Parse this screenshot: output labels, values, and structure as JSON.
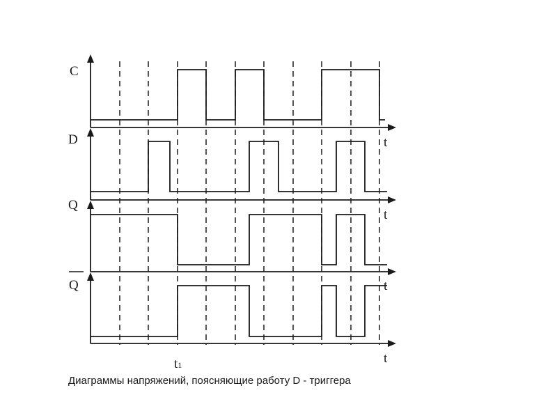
{
  "caption": "Диаграммы напряжений, поясняющие работу D - триггера",
  "labels": {
    "c": "C",
    "d": "D",
    "q": "Q",
    "q_bar": "Q",
    "t": "t",
    "t1_main": "t",
    "t1_sub": "1"
  },
  "colors": {
    "line": "#1a1a1a",
    "dash": "#1a1a1a",
    "background": "#ffffff"
  },
  "chart_data": {
    "type": "timing",
    "title": "Диаграммы напряжений, поясняющие работу D - триггера",
    "xlabel": "t",
    "time_marks": [
      1,
      2,
      3,
      4,
      5,
      6,
      7,
      8,
      9,
      10
    ],
    "t1_mark": 3,
    "signals": [
      {
        "name": "C",
        "transitions": [
          [
            0,
            0
          ],
          [
            3,
            1
          ],
          [
            4,
            0
          ],
          [
            5,
            1
          ],
          [
            6,
            0
          ],
          [
            8,
            1
          ],
          [
            10,
            0
          ]
        ]
      },
      {
        "name": "D",
        "transitions": [
          [
            0,
            0
          ],
          [
            2,
            1
          ],
          [
            2.75,
            0
          ],
          [
            5.5,
            1
          ],
          [
            6.5,
            0
          ],
          [
            8.5,
            1
          ],
          [
            9.5,
            0
          ]
        ]
      },
      {
        "name": "Q",
        "transitions": [
          [
            0,
            1
          ],
          [
            3,
            0
          ],
          [
            5.5,
            1
          ],
          [
            8,
            0
          ],
          [
            8.5,
            1
          ],
          [
            9.5,
            0
          ]
        ]
      },
      {
        "name": "Q̄",
        "transitions": [
          [
            0,
            0
          ],
          [
            3,
            1
          ],
          [
            5.5,
            0
          ],
          [
            8,
            1
          ],
          [
            8.5,
            0
          ],
          [
            9.5,
            1
          ]
        ]
      }
    ]
  }
}
